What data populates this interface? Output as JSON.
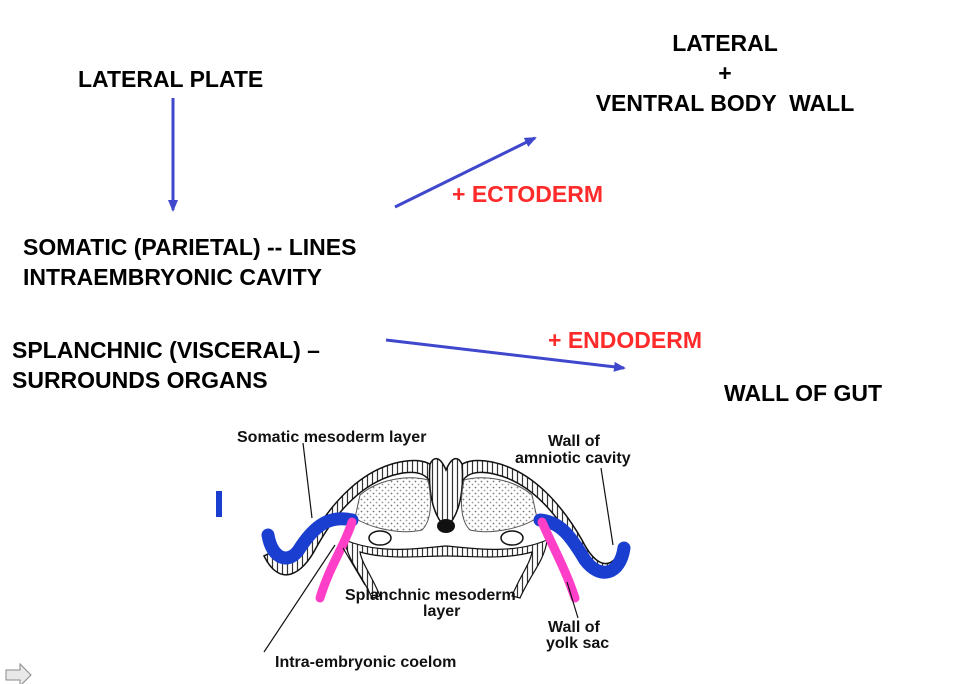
{
  "flow": {
    "lateral_plate": "LATERAL PLATE",
    "body_wall": [
      "LATERAL",
      "+",
      "VENTRAL BODY  WALL"
    ],
    "ectoderm": "+ ECTODERM",
    "somatic": [
      "SOMATIC (PARIETAL) -- LINES",
      "INTRAEMBRYONIC CAVITY"
    ],
    "splanchnic": [
      "SPLANCHNIC (VISCERAL) –",
      "SURROUNDS ORGANS"
    ],
    "endoderm": "+ ENDODERM",
    "gut_wall": "WALL OF GUT"
  },
  "figure": {
    "somatic_mesoderm_layer": "Somatic mesoderm layer",
    "wall_amniotic": [
      "Wall of",
      "amniotic cavity"
    ],
    "splanchnic_mesoderm": [
      "Splanchnic mesoderm",
      "layer"
    ],
    "wall_yolk": [
      "Wall of",
      "yolk sac"
    ],
    "coelom": "Intra-embryonic coelom"
  },
  "colors": {
    "arrow": "#3f48cc",
    "somatic_band": "#1a3ecf",
    "splanchnic_band": "#ff3fc8",
    "emphasis": "#ff2a2a"
  }
}
